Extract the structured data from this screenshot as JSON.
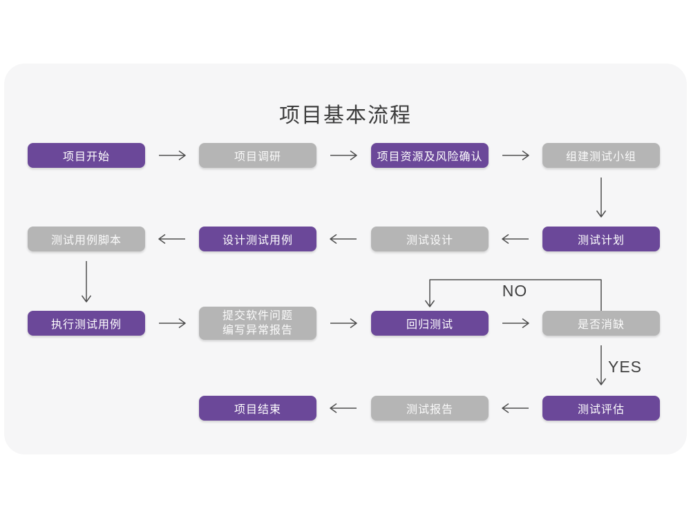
{
  "title": "项目基本流程",
  "branch_labels": {
    "no": "NO",
    "yes": "YES"
  },
  "colors": {
    "node_purple": "#6b4899",
    "node_gray": "#b5b5b5",
    "card_background": "#f6f6f7",
    "arrow": "#4d4d4d",
    "title_text": "#3c3c3c"
  },
  "nodes": [
    {
      "label": "项目开始",
      "variant": "purple"
    },
    {
      "label": "项目调研",
      "variant": "gray"
    },
    {
      "label": "项目资源及风险确认",
      "variant": "purple"
    },
    {
      "label": "组建测试小组",
      "variant": "gray"
    },
    {
      "label": "测试用例脚本",
      "variant": "gray"
    },
    {
      "label": "设计测试用例",
      "variant": "purple"
    },
    {
      "label": "测试设计",
      "variant": "gray"
    },
    {
      "label": "测试计划",
      "variant": "purple"
    },
    {
      "label": "执行测试用例",
      "variant": "purple"
    },
    {
      "label_line1": "提交软件问题",
      "label_line2": "编写异常报告",
      "variant": "gray"
    },
    {
      "label": "回归测试",
      "variant": "purple"
    },
    {
      "label": "是否消缺",
      "variant": "gray"
    },
    {
      "label": "项目结束",
      "variant": "purple"
    },
    {
      "label": "测试报告",
      "variant": "gray"
    },
    {
      "label": "测试评估",
      "variant": "purple"
    }
  ]
}
